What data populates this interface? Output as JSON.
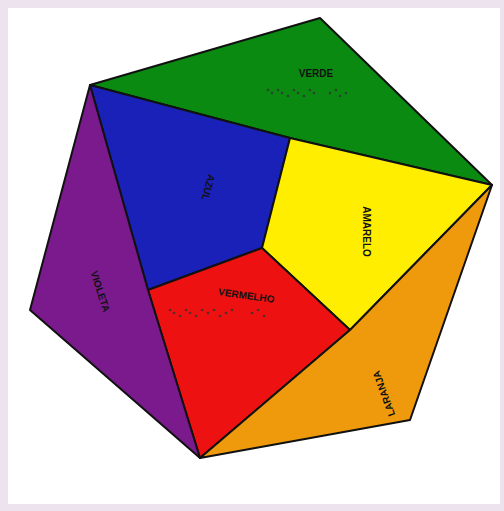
{
  "diagram": {
    "nodes": [
      {
        "text": [
          "VERDE"
        ]
      },
      {
        "text": [
          "AZUL"
        ]
      },
      {
        "text": [
          "AMARELO"
        ]
      },
      {
        "text": [
          "VERMELHO"
        ]
      },
      {
        "text": [
          "VIOLETA"
        ]
      },
      {
        "text": [
          "LARANJA"
        ]
      }
    ]
  }
}
